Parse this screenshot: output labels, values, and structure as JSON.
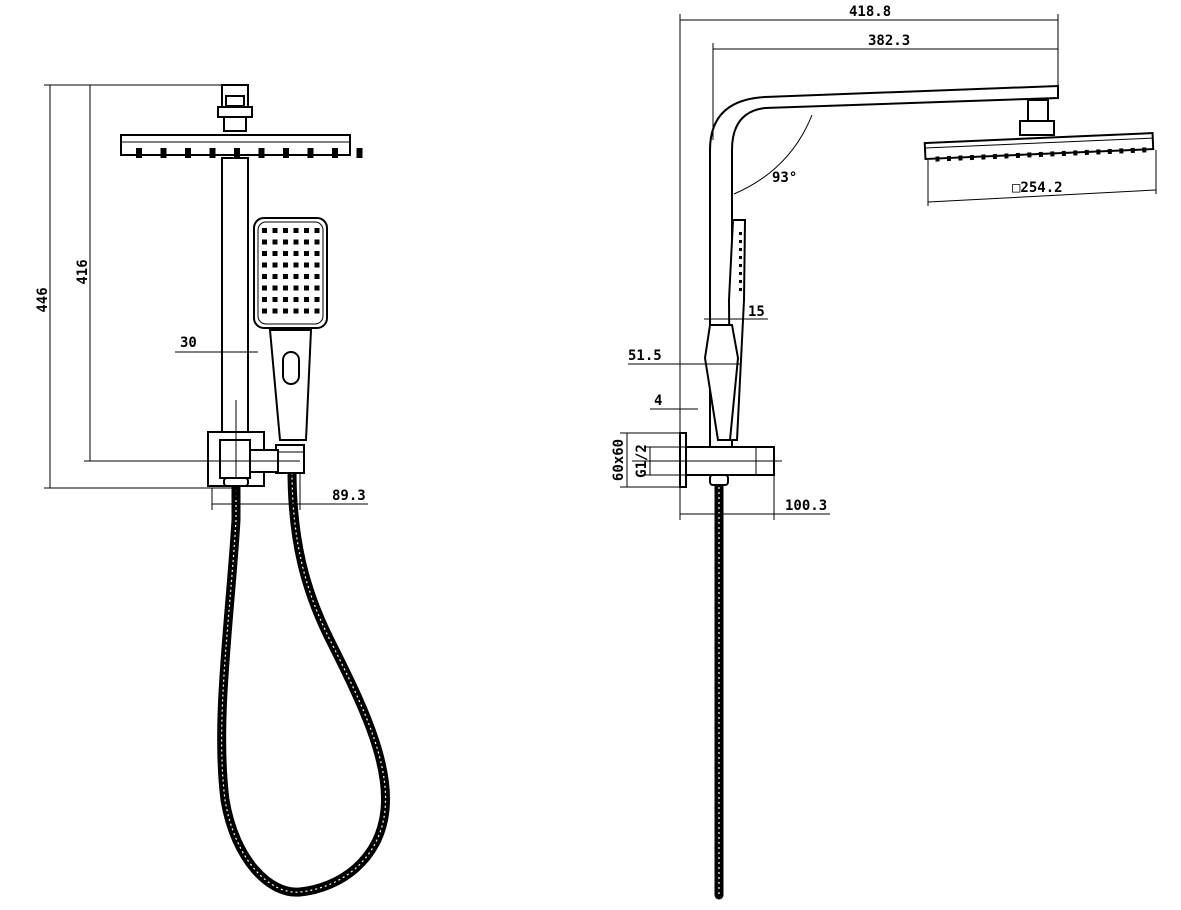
{
  "front_view": {
    "dimensions": {
      "overall_height": "446",
      "arm_height": "416",
      "rail_width": "30",
      "outlet_offset": "89.3"
    }
  },
  "side_view": {
    "dimensions": {
      "overall_reach": "418.8",
      "arm_reach": "382.3",
      "arm_angle": "93°",
      "head_size": "□254.2",
      "handset_depth": "15",
      "rail_offset": "51.5",
      "plate_thickness": "4",
      "plate_size": "60x60",
      "thread": "G1/2",
      "outlet_projection": "100.3"
    }
  }
}
